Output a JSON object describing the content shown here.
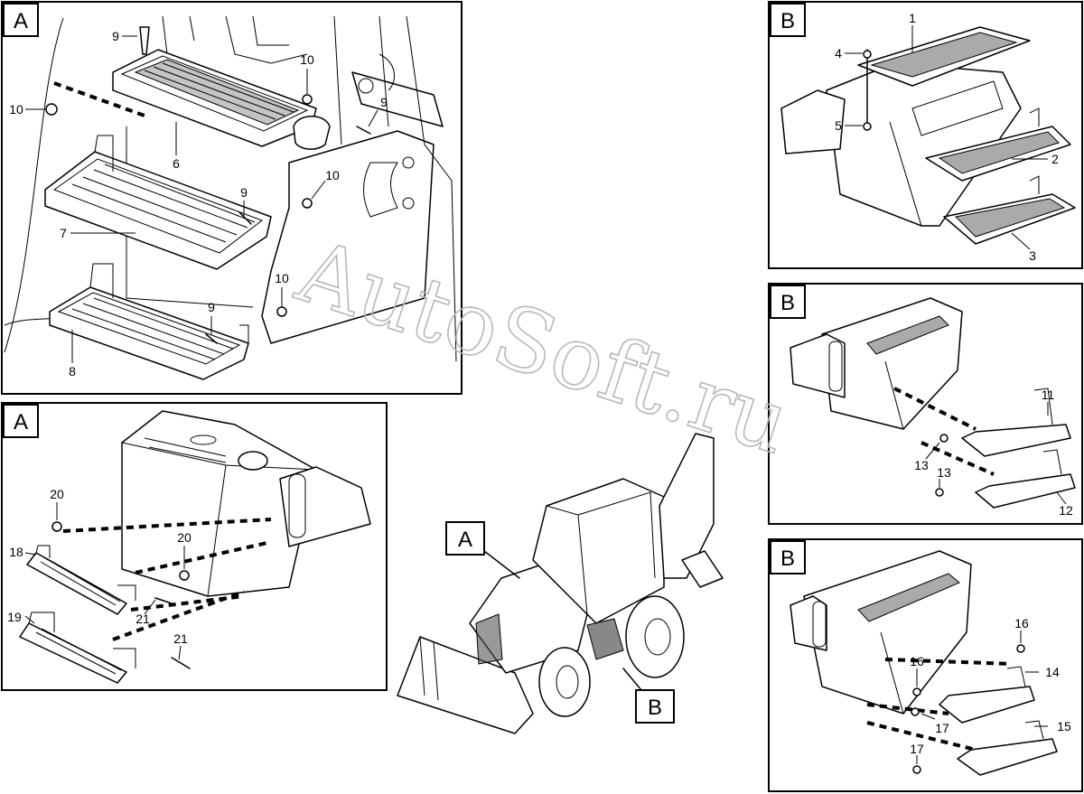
{
  "watermark": "AutoSoft.ru",
  "panels": {
    "a_top": {
      "tag": "A",
      "callouts": [
        "9",
        "10",
        "10",
        "9",
        "6",
        "10",
        "9",
        "7",
        "10",
        "9",
        "8"
      ]
    },
    "a_bottom": {
      "tag": "A",
      "callouts": [
        "20",
        "20",
        "18",
        "21",
        "19",
        "21"
      ]
    },
    "b_top": {
      "tag": "B",
      "callouts": [
        "1",
        "4",
        "5",
        "2",
        "3"
      ]
    },
    "b_middle": {
      "tag": "B",
      "callouts": [
        "11",
        "13",
        "13",
        "12"
      ]
    },
    "b_bottom": {
      "tag": "B",
      "callouts": [
        "16",
        "16",
        "14",
        "17",
        "17",
        "15"
      ]
    }
  },
  "overview": {
    "tag_front": "A",
    "tag_steps": "B"
  }
}
